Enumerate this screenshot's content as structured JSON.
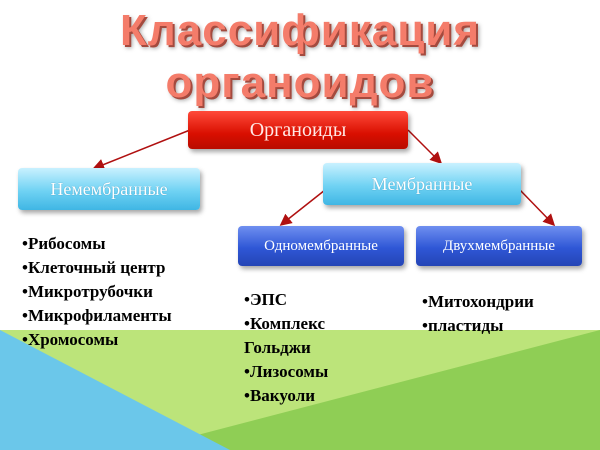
{
  "title": {
    "line1": "Классификация",
    "line2": "органоидов"
  },
  "root": "Органоиды",
  "nonmembrane": {
    "label": "Немембранные",
    "items": [
      "Рибосомы",
      "Клеточный центр",
      "Микротрубочки",
      "Микрофиламенты",
      "Хромосомы"
    ]
  },
  "membrane": {
    "label": "Мембранные",
    "single": {
      "label": "Одномембранные",
      "items": [
        "ЭПС",
        "Комплекс",
        "Гольджи",
        "Лизосомы",
        "Вакуоли"
      ]
    },
    "double": {
      "label": "Двухмембранные",
      "items": [
        "Митохондрии",
        "пластиды"
      ]
    }
  },
  "colors": {
    "root": "#e01000",
    "level1": "#6fd2f3",
    "level2": "#2f57d6",
    "title": "#f47c6a",
    "arrow": "#b01010"
  }
}
